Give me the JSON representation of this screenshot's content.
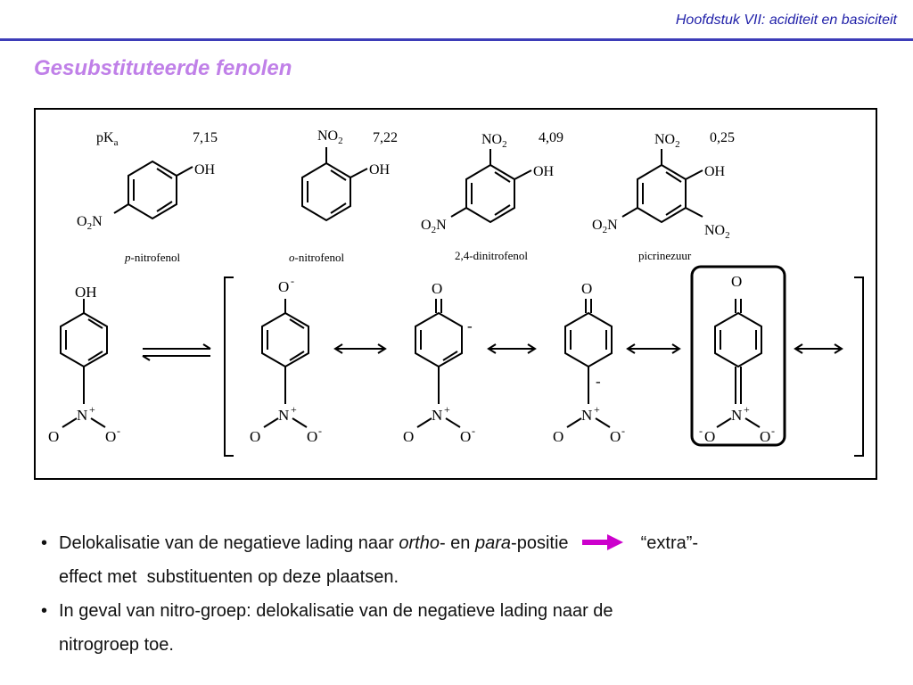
{
  "header": {
    "title": "Hoofdstuk VII: aciditeit en basiciteit"
  },
  "slide": {
    "title": "Gesubstituteerde fenolen"
  },
  "figure": {
    "pka_label": "pK",
    "pka_sub": "a",
    "compounds": [
      {
        "name_prefix": "p",
        "name_rest": "-nitrofenol",
        "pka": "7,15"
      },
      {
        "name_prefix": "o",
        "name_rest": "-nitrofenol",
        "pka": "7,22"
      },
      {
        "name_prefix": "",
        "name_rest": "2,4-dinitrofenol",
        "pka": "4,09"
      },
      {
        "name_prefix": "",
        "name_rest": "picrinezuur",
        "pka": "0,25"
      }
    ],
    "labels": {
      "oh": "OH",
      "o": "O",
      "no": "NO",
      "o2n": "O",
      "n": "N",
      "minus": "-",
      "plus": "+",
      "two": "2"
    }
  },
  "bullets": {
    "b1_pre": "Delokalisatie van de negatieve lading naar ",
    "b1_ortho": "ortho",
    "b1_mid": "- en ",
    "b1_para": "para",
    "b1_post": "-positie",
    "b1_after": "“extra”-",
    "b1_line2": "effect met  substituenten op deze plaatsen.",
    "b2_line1": "In geval van nitro-groep: delokalisatie van de negatieve lading naar de",
    "b2_line2": "nitrogroep toe.",
    "arrow_color": "#cc00cc"
  }
}
